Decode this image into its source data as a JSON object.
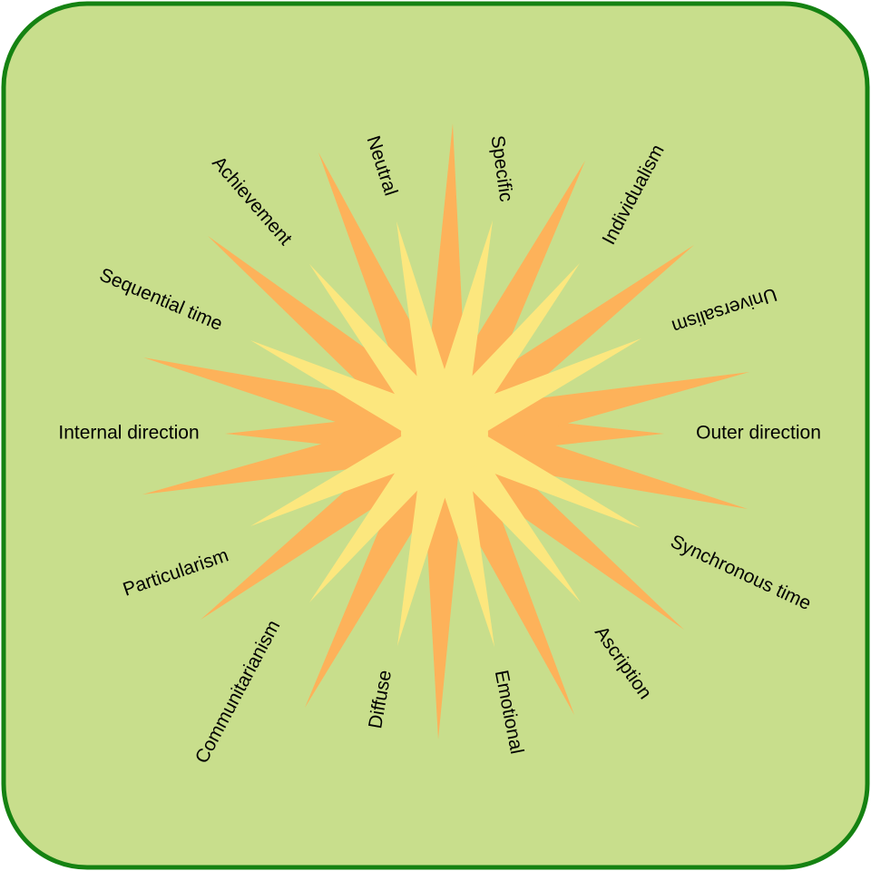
{
  "colors": {
    "background": "#c8de8c",
    "border": "#158212",
    "long_ray": "#fdb25a",
    "short_ray": "#fce77e",
    "core": "#fce77e"
  },
  "labels": {
    "outer_direction": "Outer direction",
    "universalism": "Universalism",
    "individualism": "Individualism",
    "specific": "Specific",
    "neutral": "Neutral",
    "achievement": "Achievement",
    "sequential_time": "Sequential time",
    "internal_direction": "Internal direction",
    "particularism": "Particularism",
    "communitarianism": "Communitarianism",
    "diffuse": "Diffuse",
    "emotional": "Emotional",
    "ascription": "Ascription",
    "synchronous_time": "Synchronous time"
  }
}
